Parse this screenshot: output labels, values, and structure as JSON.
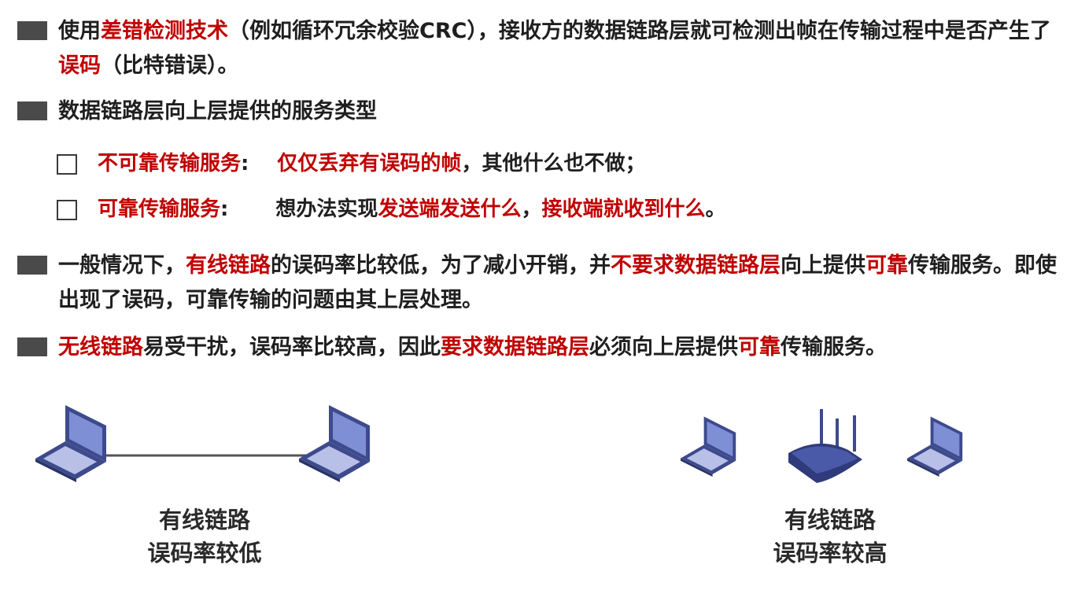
{
  "bullets": {
    "b1": {
      "p1": "使用",
      "p2": "差错检测技术",
      "p3": "（例如循环冗余校验CRC），接收方的数据链路层就可检测出帧在传输过程中是否产生了",
      "p4": "误码",
      "p5": "（比特错误）。"
    },
    "b2": {
      "text": "数据链路层向上层提供的服务类型"
    },
    "sub1": {
      "p1": "不可靠传输服务",
      "p2": ":",
      "p3": "仅仅丢弃有误码的帧",
      "p4": "，其他什么也不做；"
    },
    "sub2": {
      "p1": "可靠传输服务",
      "p2": ":",
      "p3": "想办法实现",
      "p4": "发送端发送什么",
      "p5": "，",
      "p6": "接收端就收到什么",
      "p7": "。"
    },
    "b3": {
      "p1": "一般情况下，",
      "p2": "有线链路",
      "p3": "的误码率比较低，为了减小开销，并",
      "p4": "不要求数据链路层",
      "p5": "向上提供",
      "p6": "可靠",
      "p7": "传输服务。即使出现了误码，可靠传输的问题由其上层处理。"
    },
    "b4": {
      "p1": "无线链路",
      "p2": "易受干扰，误码率比较高，因此",
      "p3": "要求数据链路层",
      "p4": "必须向上层提供",
      "p5": "可靠",
      "p6": "传输服务。"
    }
  },
  "diagrams": {
    "wired": {
      "line1": "有线链路",
      "line2": "误码率较低"
    },
    "wireless": {
      "line1": "有线链路",
      "line2": "误码率较高"
    }
  },
  "colors": {
    "emphasis": "#c00000",
    "laptop_blue": "#3d4a8c",
    "laptop_screen": "#7f8fd6"
  },
  "icons": [
    "bullet-square-icon",
    "checkbox-icon",
    "laptop-icon",
    "wireless-router-icon"
  ]
}
